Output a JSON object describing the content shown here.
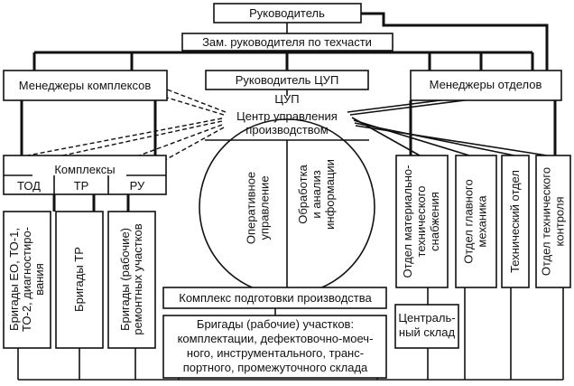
{
  "nodes": {
    "head": "Руководитель",
    "deputy": "Зам. руководителя по техчасти",
    "complex_managers": "Менеджеры комплексов",
    "cup_head": "Руководитель ЦУП",
    "dept_managers": "Менеджеры отделов",
    "cup_title": "ЦУП",
    "cup_center": [
      "Центр управления",
      "производством"
    ],
    "cup_operational": [
      "Оперативное",
      "управление"
    ],
    "cup_analysis": [
      "Обработка",
      "и анализ",
      "информации"
    ],
    "complexes": "Комплексы",
    "tod": "ТОД",
    "tr": "ТР",
    "ru": "РУ",
    "brigades_eo": [
      "Бригады ЕО, ТО-1,",
      "ТО-2, диагностиро-",
      "вания"
    ],
    "brigades_tr": [
      "Бригады ТР"
    ],
    "brigades_repair": [
      "Бригады (рабочие)",
      "ремонтных участков"
    ],
    "prep_complex": "Комплекс подготовки производства",
    "brigades_sites": [
      "Бригады (рабочие) участков:",
      "комплектации, дефектовочно-моеч-",
      "ного, инструментального, транс-",
      "портного, промежуточного склада"
    ],
    "dept_supply": [
      "Отдел материально-",
      "технического",
      "снабжения"
    ],
    "dept_mechanic": [
      "Отдел главного",
      "механика"
    ],
    "dept_tech": [
      "Технический отдел"
    ],
    "dept_control": [
      "Отдел технического",
      "контроля"
    ],
    "central_warehouse": [
      "Централь-",
      "ный склад"
    ]
  }
}
